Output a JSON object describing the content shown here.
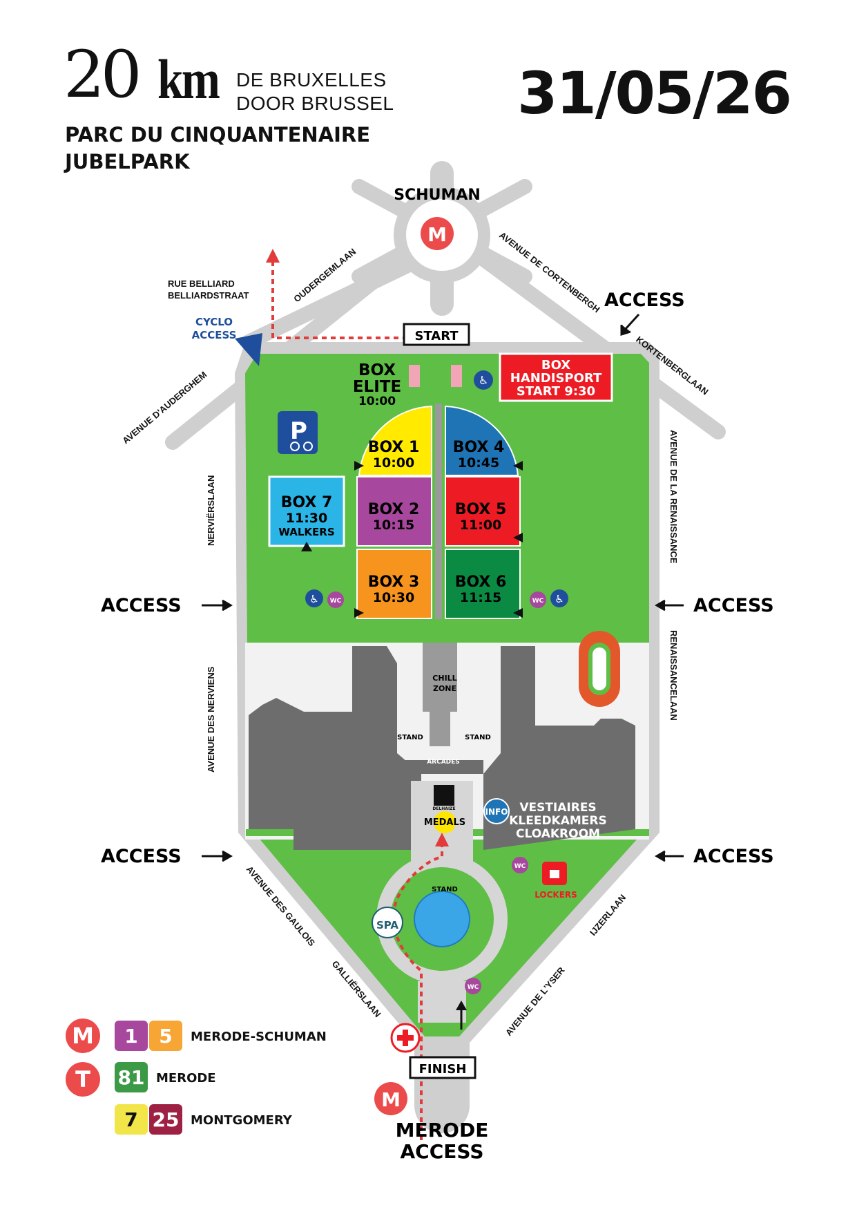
{
  "header": {
    "logo_number": "20",
    "logo_unit": "km",
    "logo_line1": "DE BRUXELLES",
    "logo_line2": "DOOR BRUSSEL",
    "park_name_fr": "PARC DU CINQUANTENAIRE",
    "park_name_nl": "JUBELPARK",
    "date": "31/05/26"
  },
  "colors": {
    "park_green": "#5fbe45",
    "road_grey": "#c8c8c8",
    "building_grey": "#6d6d6d",
    "metro_red": "#ec4b4b",
    "box1": "#ffea00",
    "box2": "#a7479d",
    "box3": "#f7941d",
    "box4": "#1f74b5",
    "box5": "#ed1c24",
    "box6": "#0a8a42",
    "box7": "#2bb4e6",
    "handisport": "#ed1c24"
  },
  "map": {
    "schuman": "SCHUMAN",
    "metro_symbol": "M",
    "tram_symbol": "T",
    "start": "START",
    "finish": "FINISH",
    "access_label": "ACCESS",
    "cyclo_access_line1": "CYCLO",
    "cyclo_access_line2": "ACCESS",
    "merode_access_line1": "MERODE",
    "merode_access_line2": "ACCESS",
    "streets": {
      "rue_belliard_1": "RUE BELLIARD",
      "rue_belliard_2": "BELLIARDSTRAAT",
      "oudergemlaan": "OUDERGEMLAAN",
      "avenue_cortenbergh": "AVENUE DE CORTENBERGH",
      "kortenberglaan": "KORTENBERGLAAN",
      "avenue_auderghem": "AVENUE D'AUDERGHEM",
      "nervierslaan": "NERVIËRSLAAN",
      "avenue_nerviens": "AVENUE DES NERVIENS",
      "avenue_renaissance": "AVENUE DE LA RENAISSANCE",
      "renaissancelaan": "RENAISSANCELAAN",
      "avenue_gaulois": "AVENUE DES GAULOIS",
      "gallierslaan": "GALLIËRSLAAN",
      "avenue_yser": "AVENUE DE L'YSER",
      "ijzerlaan": "IJZERLAAN"
    },
    "boxes": {
      "elite_line1": "BOX",
      "elite_line2": "ELITE",
      "elite_time": "10:00",
      "handisport_line1": "BOX",
      "handisport_line2": "HANDISPORT",
      "handisport_line3": "START 9:30",
      "box1_name": "BOX 1",
      "box1_time": "10:00",
      "box2_name": "BOX 2",
      "box2_time": "10:15",
      "box3_name": "BOX 3",
      "box3_time": "10:30",
      "box4_name": "BOX 4",
      "box4_time": "10:45",
      "box5_name": "BOX 5",
      "box5_time": "11:00",
      "box6_name": "BOX 6",
      "box6_time": "11:15",
      "box7_name": "BOX 7",
      "box7_time": "11:30",
      "box7_sub": "WALKERS"
    },
    "facilities": {
      "chill_1": "CHILL",
      "chill_2": "ZONE",
      "stand": "STAND",
      "arcades": "ARCADES",
      "delhaize": "DELHAIZE",
      "medals": "MEDALS",
      "info": "INFO",
      "vestiaires_1": "VESTIAIRES",
      "vestiaires_2": "KLEEDKAMERS",
      "vestiaires_3": "CLOAKROOM",
      "lockers": "LOCKERS",
      "wc": "WC",
      "spa": "SPA",
      "parking": "P"
    }
  },
  "legend": {
    "row1_lines": [
      "1",
      "5"
    ],
    "row1_label": "MERODE-SCHUMAN",
    "row2_lines": [
      "81"
    ],
    "row2_label": "MERODE",
    "row3_lines": [
      "7",
      "25"
    ],
    "row3_label": "MONTGOMERY",
    "chip_colors": {
      "l1": "#a7479d",
      "l5": "#f7a535",
      "l81": "#3c9a47",
      "l7": "#f2e54a",
      "l25": "#9e2144"
    }
  }
}
